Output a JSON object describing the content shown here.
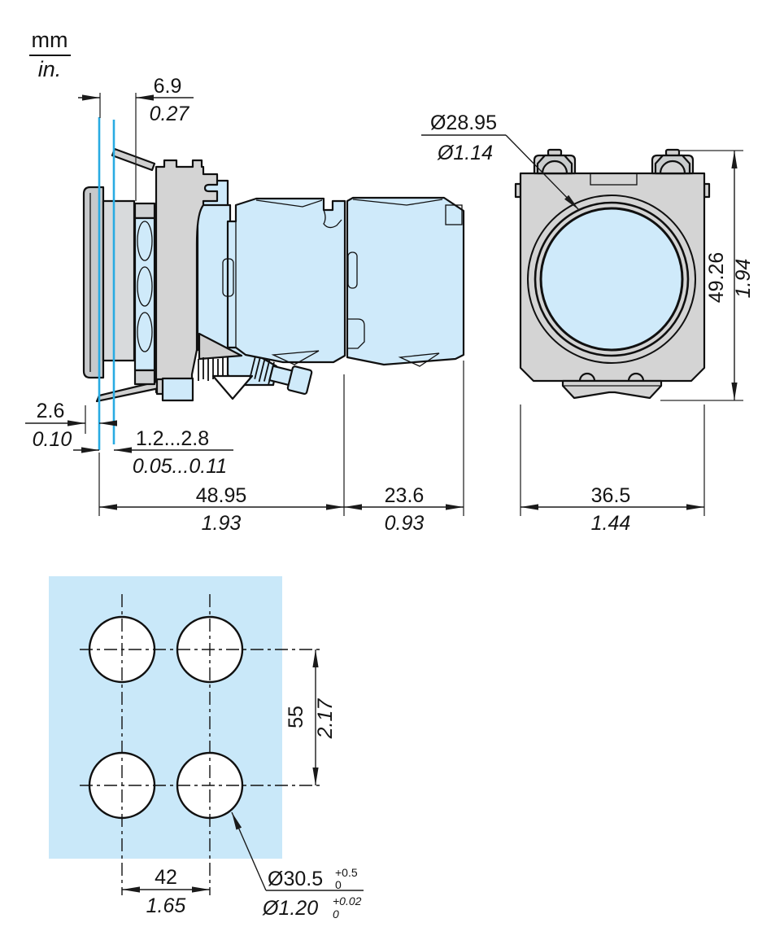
{
  "units_legend": {
    "mm": "mm",
    "inch": "in."
  },
  "dims": {
    "protrusion": {
      "mm": "6.9",
      "inch": "0.27"
    },
    "bezel_diameter": {
      "mm": "Ø28.95",
      "inch": "Ø1.14"
    },
    "height": {
      "mm": "49.26",
      "inch": "1.94"
    },
    "clearance": {
      "mm": "2.6",
      "inch": "0.10"
    },
    "panel_thickness": {
      "mm": "1.2...2.8",
      "inch": "0.05...0.11"
    },
    "depth_main": {
      "mm": "48.95",
      "inch": "1.93"
    },
    "depth_rear": {
      "mm": "23.6",
      "inch": "0.93"
    },
    "width": {
      "mm": "36.5",
      "inch": "1.44"
    },
    "pitch_vertical": {
      "mm": "55",
      "inch": "2.17"
    },
    "pitch_horizontal": {
      "mm": "42",
      "inch": "1.65"
    },
    "hole": {
      "mm": "Ø30.5",
      "mm_tol_upper": "+0.5",
      "mm_tol_lower": "0",
      "inch": "Ø1.20",
      "inch_tol_upper": "+0.02",
      "inch_tol_lower": "0"
    }
  },
  "colors": {
    "part_blue": "#cfeafa",
    "metal_gray": "#d4d4d4",
    "metal_gray_dark": "#c7c9cb",
    "panel_line_blue": "#29abe2",
    "cutout_panel_blue": "#c9e8f9",
    "outline": "#101010"
  }
}
